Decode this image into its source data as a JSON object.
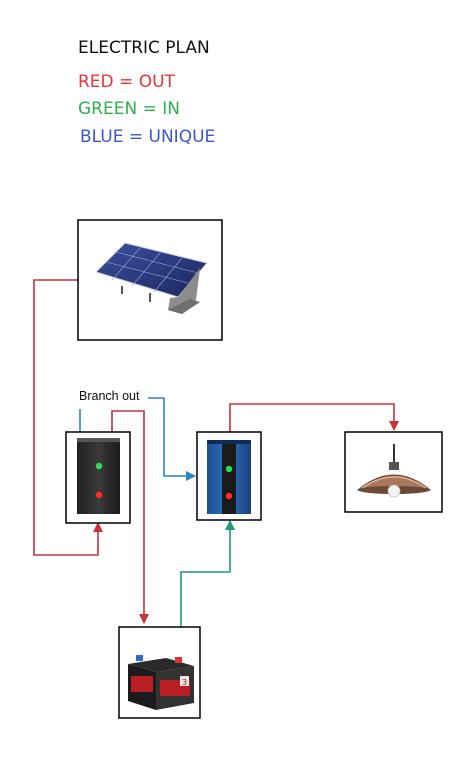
{
  "plan": {
    "title": "ELECTRIC PLAN",
    "legend": [
      {
        "text": "RED = OUT",
        "color": "#e8333c"
      },
      {
        "text": "GREEN = IN",
        "color": "#2db04e"
      },
      {
        "text": "BLUE = UNIQUE",
        "color": "#3f57c4"
      }
    ]
  },
  "labels": {
    "branch": "Branch out"
  },
  "wire_colors": {
    "out": "#c8323c",
    "in": "#1f9a78",
    "unique": "#2b86c4"
  }
}
